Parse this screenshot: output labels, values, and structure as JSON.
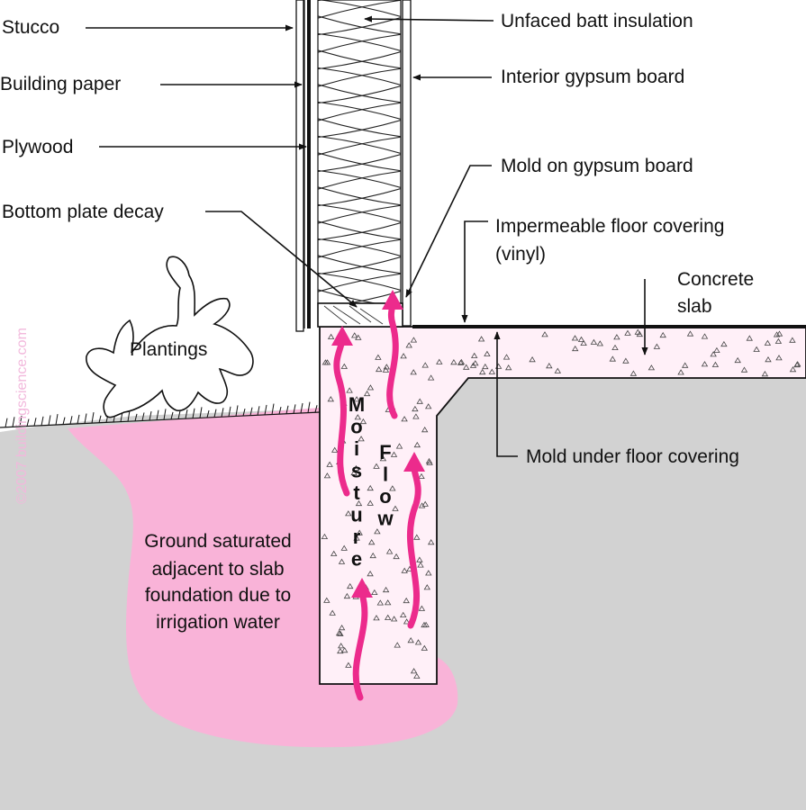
{
  "labels": {
    "stucco": "Stucco",
    "building_paper": "Building paper",
    "plywood": "Plywood",
    "bottom_plate_decay": "Bottom plate decay",
    "unfaced_batt_insulation": "Unfaced batt insulation",
    "interior_gypsum_board": "Interior gypsum board",
    "mold_on_gypsum_board": "Mold on gypsum board",
    "impermeable_floor_covering": [
      "Impermeable floor covering",
      "(vinyl)"
    ],
    "concrete_slab": [
      "Concrete",
      "slab"
    ],
    "mold_under_floor_covering": "Mold under floor covering",
    "plantings": "Plantings",
    "ground_saturated": [
      "Ground saturated",
      "adjacent to slab",
      "foundation due to",
      "irrigation water"
    ]
  },
  "moisture_label": "Moisture",
  "flow_label": "Flow",
  "watermark": "©2007 buildingscience.com",
  "colors": {
    "ground": "#d2d2d2",
    "saturation": "#f9b3d8",
    "arrow": "#ec2b8c",
    "concrete": "#fff0f8",
    "outline": "#111111"
  }
}
